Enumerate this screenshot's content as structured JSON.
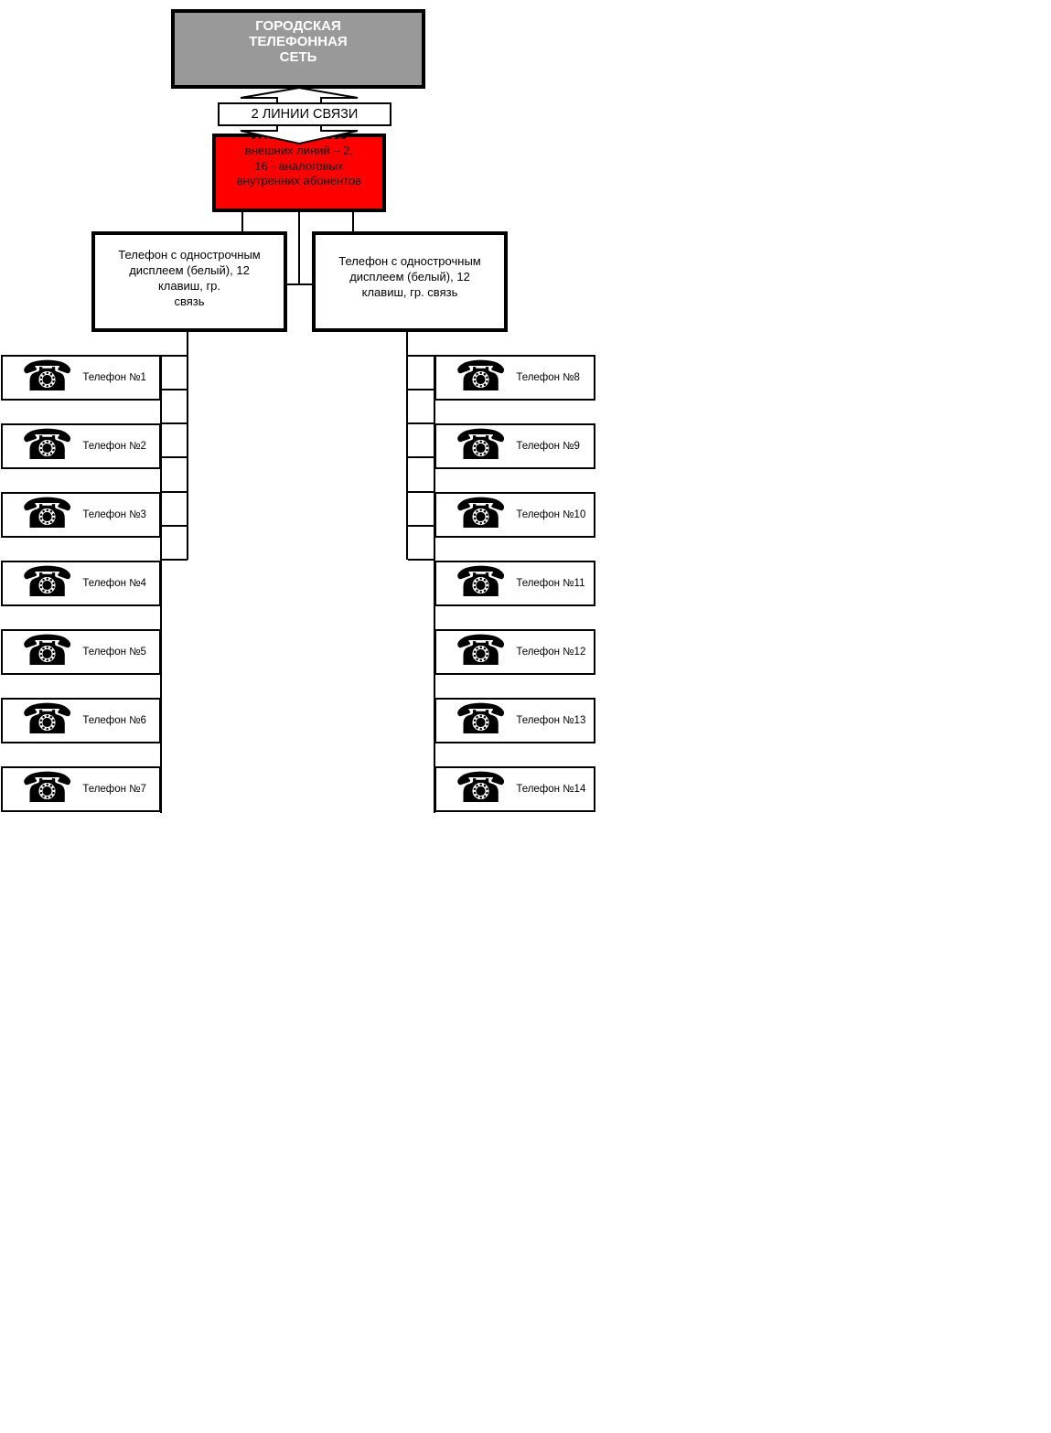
{
  "diagram": {
    "city_network": {
      "lines": [
        "ГОРОДСКАЯ",
        "ТЕЛЕФОННАЯ",
        "СЕТЬ"
      ]
    },
    "link_label": "2 ЛИНИИ СВЯЗИ",
    "pbx": {
      "title": "УАТС KX-ТА616",
      "lines": [
        "внешних линий – 2,",
        "16 - аналоговых",
        "внутренних абонентов"
      ]
    },
    "display_phone_left": {
      "lines": [
        "Телефон с однострочным",
        "дисплеем (белый), 12",
        "клавиш, гр.",
        "связь"
      ]
    },
    "display_phone_right": {
      "lines": [
        "Телефон с однострочным",
        "дисплеем (белый), 12",
        "клавиш, гр. связь"
      ]
    },
    "phones_left": [
      "Телефон №1",
      "Телефон №2",
      "Телефон №3",
      "Телефон №4",
      "Телефон №5",
      "Телефон №6",
      "Телефон №7"
    ],
    "phones_right": [
      "Телефон №8",
      "Телефон №9",
      "Телефон №10",
      "Телефон №11",
      "Телефон №12",
      "Телефон №13",
      "Телефон №14"
    ],
    "icons": {
      "telephone": "☎"
    },
    "colors": {
      "network_box_fill": "#999999",
      "network_box_text": "#ffffff",
      "pbx_fill": "#ff0000",
      "line_color": "#000000",
      "box_fill": "#ffffff"
    }
  }
}
